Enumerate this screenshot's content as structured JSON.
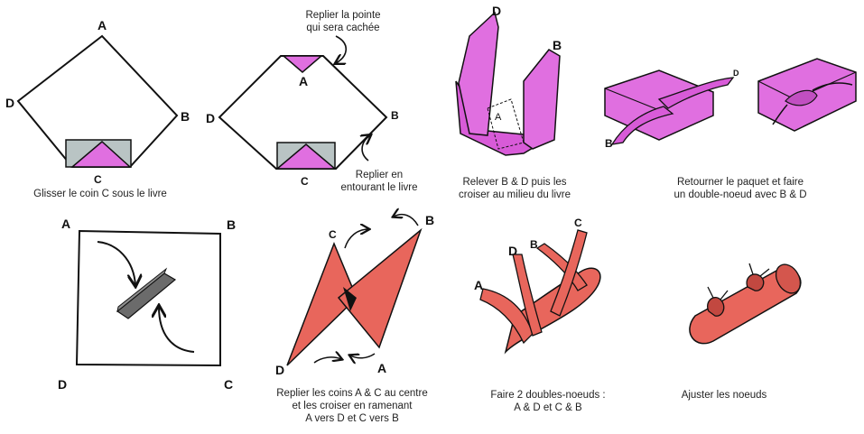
{
  "colors": {
    "pink": "#e06fe0",
    "pink_dark": "#b84ab8",
    "red": "#e8665c",
    "red_dark": "#b8423b",
    "book": "#b9c4c4",
    "stick": "#6b6b6b"
  },
  "steps": [
    {
      "caption": [
        "Glisser le coin C sous le livre"
      ],
      "corners": {
        "a": "A",
        "b": "B",
        "c": "C",
        "d": "D"
      }
    },
    {
      "callout_top": [
        "Replier la pointe",
        "qui sera cachée"
      ],
      "callout_bottom": [
        "Replier en",
        "entourant le livre"
      ],
      "corners": {
        "a": "A",
        "b": "B",
        "c": "C",
        "d": "D"
      }
    },
    {
      "caption": [
        "Relever B & D puis les",
        "croiser au milieu du livre"
      ],
      "corners": {
        "a": "A",
        "b": "B",
        "d": "D"
      }
    },
    {
      "caption": [
        "Retourner le paquet et faire",
        "un double-noeud avec B & D"
      ],
      "corners": {
        "b": "B",
        "d": "D"
      }
    },
    {
      "corners": {
        "a": "A",
        "b": "B",
        "c": "C",
        "d": "D"
      }
    },
    {
      "caption": [
        "Replier les coins A & C au centre",
        "et les croiser en ramenant",
        "A vers D et C vers B"
      ],
      "corners": {
        "a": "A",
        "b": "B",
        "c": "C",
        "d": "D"
      }
    },
    {
      "caption": [
        "Faire 2 doubles-noeuds :",
        "A & D et C & B"
      ],
      "corners": {
        "a": "A",
        "b": "B",
        "c": "C",
        "d": "D"
      }
    },
    {
      "caption": [
        "Ajuster les noeuds"
      ]
    }
  ]
}
